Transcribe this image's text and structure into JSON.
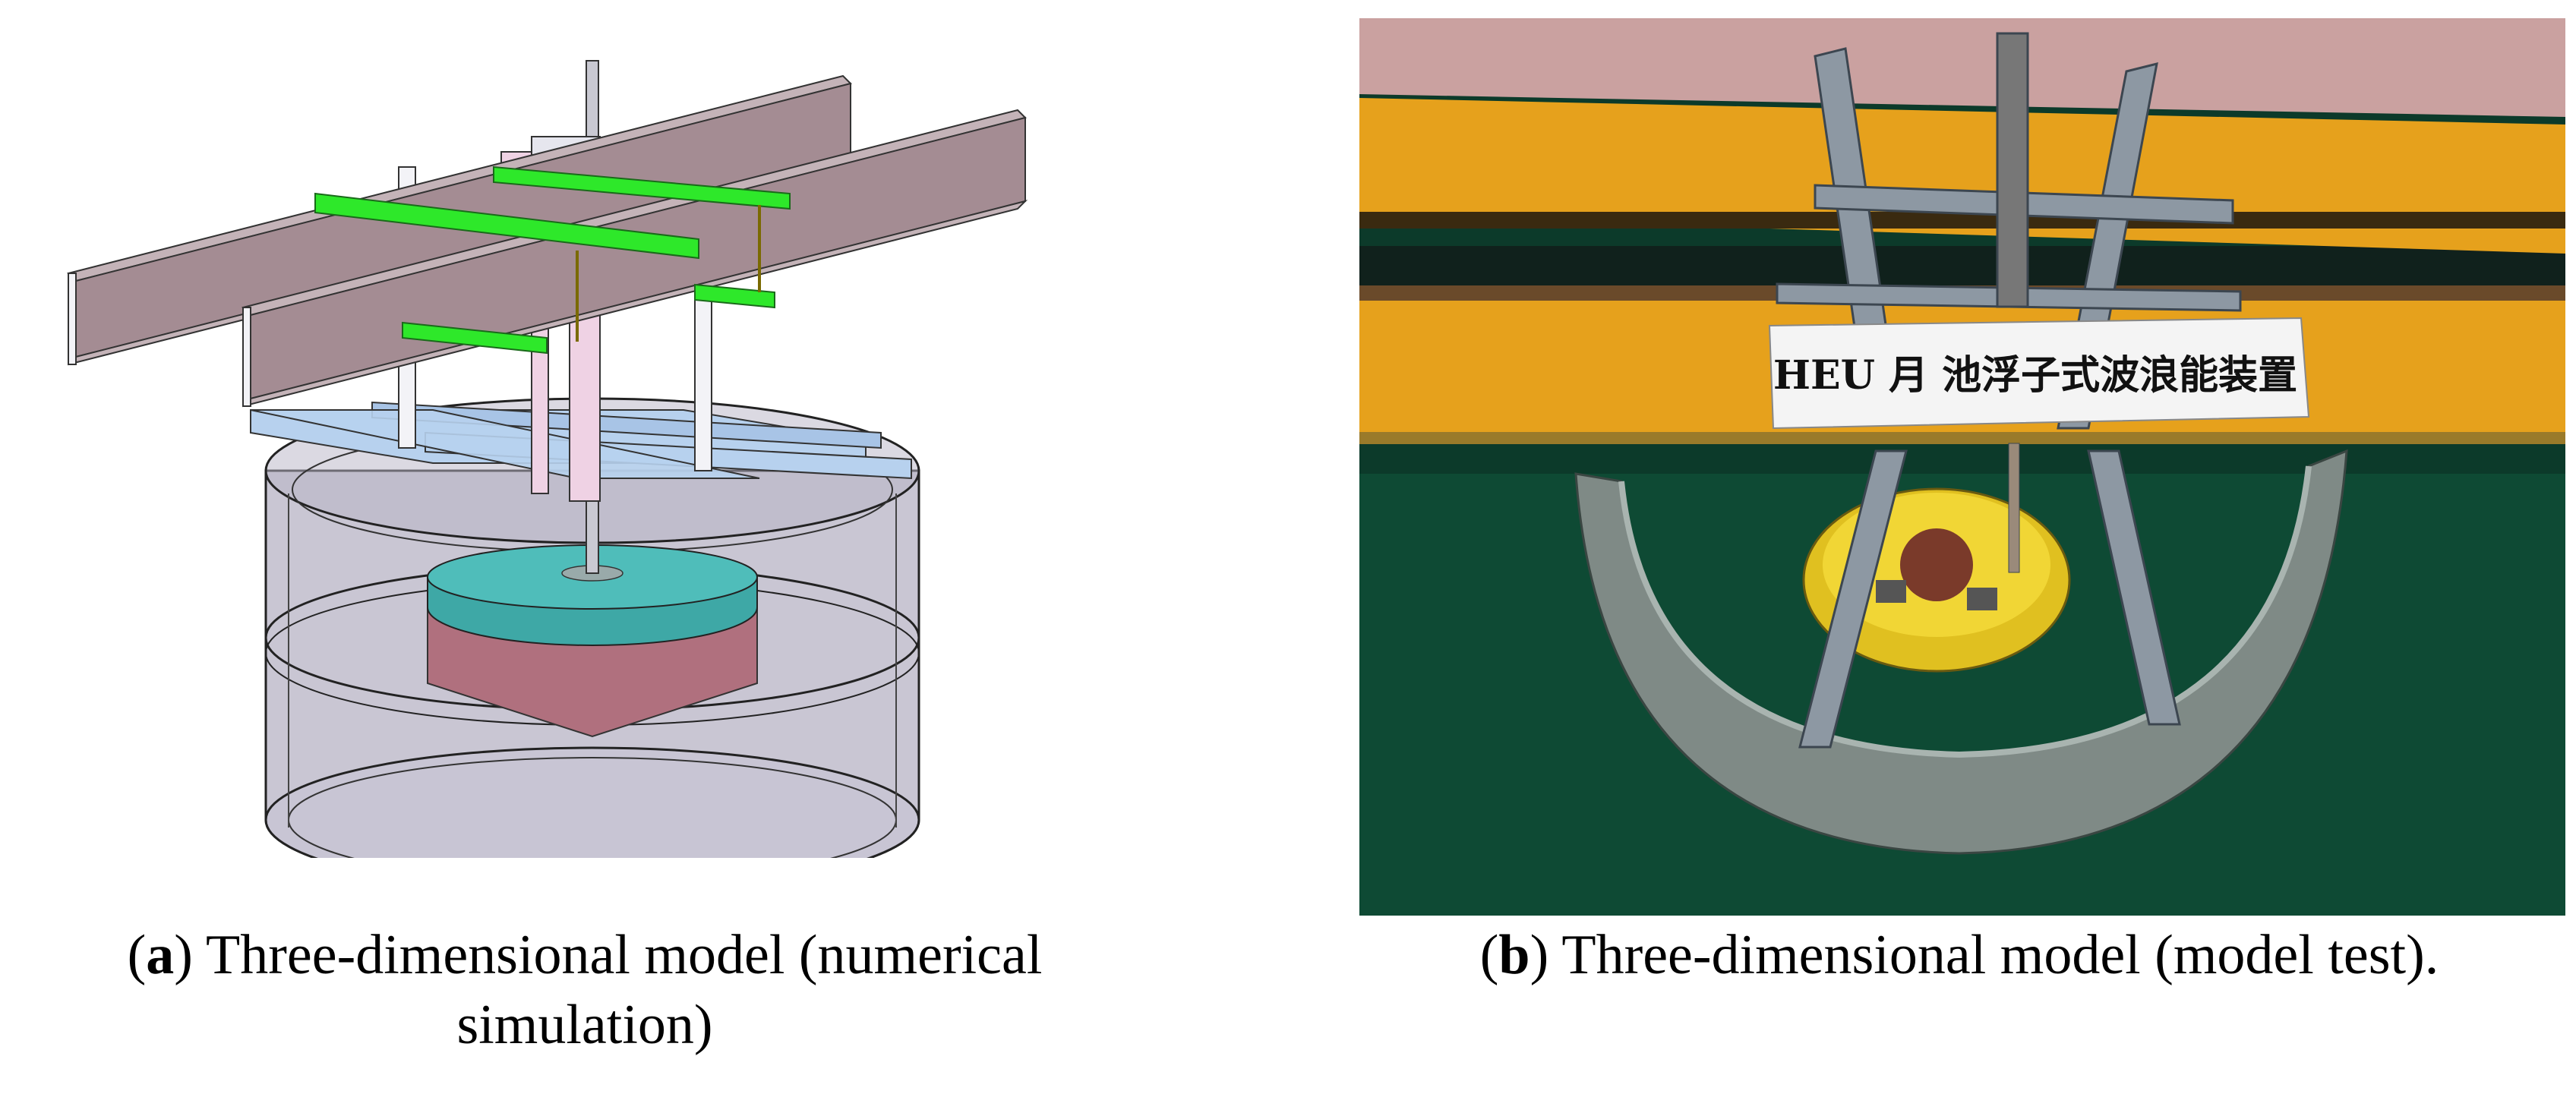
{
  "figure": {
    "panel_a": {
      "letter": "a",
      "caption_open": "(",
      "caption_rest": ") Three-dimensional model (numerical",
      "caption_line2": "simulation)"
    },
    "panel_b": {
      "letter": "b",
      "caption_open": "(",
      "caption_rest": ") Three-dimensional model (model test).",
      "sign_text": "HEU 月 池浮子式波浪能装置"
    }
  },
  "colors": {
    "beam": "#a48c93",
    "green_bracket": "#2ee82a",
    "blue_frame": "#b7d1ee",
    "pink_frame": "#efd2e4",
    "cylinder": "#9b97ad",
    "float_top": "#3ea8a6",
    "float_body": "#b0707e",
    "water": "#0c3a2a",
    "yellow_beam": "#e6a11c"
  }
}
